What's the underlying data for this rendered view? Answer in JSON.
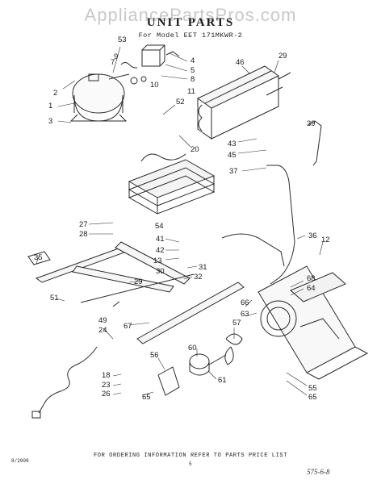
{
  "watermark": "AppliancePartsPros.com",
  "title": "UNIT PARTS",
  "model": "For Model EET 171MKWR-2",
  "footer": "FOR ORDERING INFORMATION REFER TO PARTS PRICE LIST",
  "code_left": "8/2009",
  "page_number": "5",
  "handwritten": "575-6-8",
  "callouts": [
    "53",
    "9",
    "7",
    "4",
    "5",
    "8",
    "10",
    "46",
    "29",
    "2",
    "1",
    "3",
    "11",
    "52",
    "20",
    "39",
    "43",
    "45",
    "37",
    "27",
    "28",
    "54",
    "41",
    "42",
    "13",
    "30",
    "31",
    "32",
    "36",
    "12",
    "35",
    "29",
    "51",
    "68",
    "64",
    "66",
    "63",
    "49",
    "24",
    "67",
    "57",
    "60",
    "18",
    "23",
    "26",
    "56",
    "65",
    "61",
    "55",
    "65"
  ],
  "colors": {
    "ink": "#1a1a1a",
    "line": "#2a2a2a",
    "watermark": "#c9c9c9"
  }
}
